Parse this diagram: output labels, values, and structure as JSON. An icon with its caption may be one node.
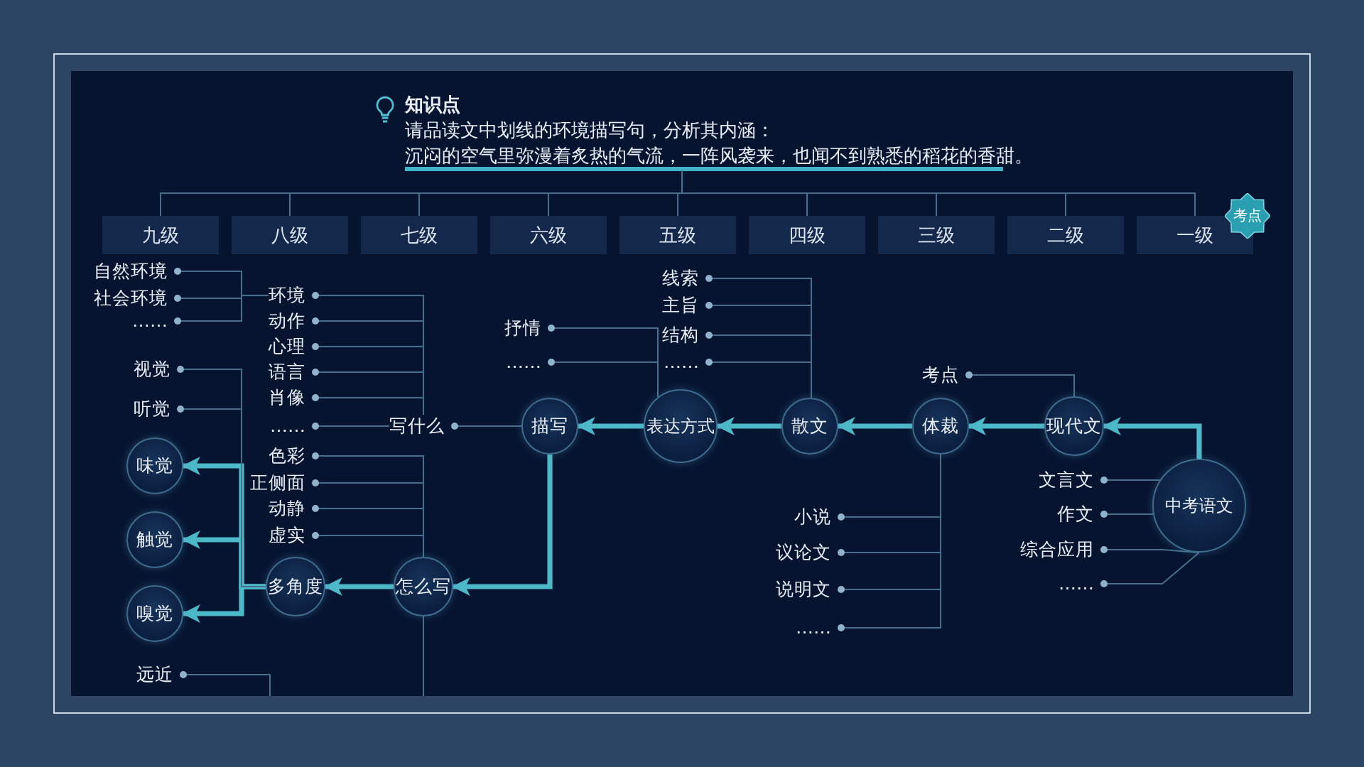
{
  "diagram": {
    "nodes": [
      {
        "text": [
          "知识点",
          "请品读文中划线的环境描写句，分析其内涵：",
          "沉闷的空气里弥漫着炙热的气流，一阵风袭来，也闻不到熟悉的稻花的香甜。"
        ]
      },
      {
        "text": [
          "九级"
        ]
      },
      {
        "text": [
          "八级"
        ]
      },
      {
        "text": [
          "七级"
        ]
      },
      {
        "text": [
          "六级"
        ]
      },
      {
        "text": [
          "五级"
        ]
      },
      {
        "text": [
          "四级"
        ]
      },
      {
        "text": [
          "三级"
        ]
      },
      {
        "text": [
          "二级"
        ]
      },
      {
        "text": [
          "一级"
        ]
      },
      {
        "text": [
          "考点"
        ]
      },
      {
        "text": [
          "中考语文"
        ]
      },
      {
        "text": [
          "现代文"
        ]
      },
      {
        "text": [
          "体裁"
        ]
      },
      {
        "text": [
          "散文"
        ]
      },
      {
        "text": [
          "表达方式"
        ]
      },
      {
        "text": [
          "描写"
        ]
      },
      {
        "text": [
          "写什么"
        ]
      },
      {
        "text": [
          "怎么写"
        ]
      },
      {
        "text": [
          "多角度"
        ]
      },
      {
        "text": [
          "味觉"
        ]
      },
      {
        "text": [
          "触觉"
        ]
      },
      {
        "text": [
          "嗅觉"
        ]
      },
      {
        "text": [
          "考点"
        ]
      },
      {
        "text": [
          "文言文"
        ]
      },
      {
        "text": [
          "作文"
        ]
      },
      {
        "text": [
          "综合应用"
        ]
      },
      {
        "text": [
          "……"
        ]
      },
      {
        "text": [
          "小说"
        ]
      },
      {
        "text": [
          "议论文"
        ]
      },
      {
        "text": [
          "说明文"
        ]
      },
      {
        "text": [
          "……"
        ]
      },
      {
        "text": [
          "线索"
        ]
      },
      {
        "text": [
          "主旨"
        ]
      },
      {
        "text": [
          "结构"
        ]
      },
      {
        "text": [
          "……"
        ]
      },
      {
        "text": [
          "抒情"
        ]
      },
      {
        "text": [
          "……"
        ]
      },
      {
        "text": [
          "环境"
        ]
      },
      {
        "text": [
          "动作"
        ]
      },
      {
        "text": [
          "心理"
        ]
      },
      {
        "text": [
          "语言"
        ]
      },
      {
        "text": [
          "肖像"
        ]
      },
      {
        "text": [
          "……"
        ]
      },
      {
        "text": [
          "色彩"
        ]
      },
      {
        "text": [
          "正侧面"
        ]
      },
      {
        "text": [
          "动静"
        ]
      },
      {
        "text": [
          "虚实"
        ]
      },
      {
        "text": [
          "自然环境"
        ]
      },
      {
        "text": [
          "社会环境"
        ]
      },
      {
        "text": [
          "……"
        ]
      },
      {
        "text": [
          "视觉"
        ]
      },
      {
        "text": [
          "听觉"
        ]
      },
      {
        "text": [
          "远近"
        ]
      }
    ],
    "edges": [
      {
        "from": 0,
        "to": 1,
        "arrow": "none"
      },
      {
        "from": 0,
        "to": 2,
        "arrow": "none"
      },
      {
        "from": 0,
        "to": 3,
        "arrow": "none"
      },
      {
        "from": 0,
        "to": 4,
        "arrow": "none"
      },
      {
        "from": 0,
        "to": 5,
        "arrow": "none"
      },
      {
        "from": 0,
        "to": 6,
        "arrow": "none"
      },
      {
        "from": 0,
        "to": 7,
        "arrow": "none"
      },
      {
        "from": 0,
        "to": 8,
        "arrow": "none"
      },
      {
        "from": 0,
        "to": 9,
        "arrow": "none"
      },
      {
        "from": 11,
        "to": 12,
        "arrow": "to",
        "style": "thick",
        "color": "#4db8c8"
      },
      {
        "from": 12,
        "to": 13,
        "arrow": "to",
        "style": "thick",
        "color": "#4db8c8"
      },
      {
        "from": 13,
        "to": 14,
        "arrow": "to",
        "style": "thick",
        "color": "#4db8c8"
      },
      {
        "from": 14,
        "to": 15,
        "arrow": "to",
        "style": "thick",
        "color": "#4db8c8"
      },
      {
        "from": 15,
        "to": 16,
        "arrow": "to",
        "style": "thick",
        "color": "#4db8c8"
      },
      {
        "from": 16,
        "to": 18,
        "arrow": "to",
        "style": "thick",
        "color": "#4db8c8"
      },
      {
        "from": 18,
        "to": 19,
        "arrow": "to",
        "style": "thick",
        "color": "#4db8c8"
      },
      {
        "from": 19,
        "to": 20,
        "arrow": "to",
        "style": "thick",
        "color": "#4db8c8"
      },
      {
        "from": 19,
        "to": 21,
        "arrow": "to",
        "style": "thick",
        "color": "#4db8c8"
      },
      {
        "from": 19,
        "to": 22,
        "arrow": "to",
        "style": "thick",
        "color": "#4db8c8"
      },
      {
        "from": 12,
        "to": 23,
        "arrow": "other"
      },
      {
        "from": 11,
        "to": 24,
        "arrow": "other"
      },
      {
        "from": 11,
        "to": 25,
        "arrow": "other"
      },
      {
        "from": 11,
        "to": 26,
        "arrow": "other"
      },
      {
        "from": 11,
        "to": 27,
        "arrow": "other"
      },
      {
        "from": 13,
        "to": 28,
        "arrow": "other"
      },
      {
        "from": 13,
        "to": 29,
        "arrow": "other"
      },
      {
        "from": 13,
        "to": 30,
        "arrow": "other"
      },
      {
        "from": 13,
        "to": 31,
        "arrow": "other"
      },
      {
        "from": 14,
        "to": 32,
        "arrow": "other"
      },
      {
        "from": 14,
        "to": 33,
        "arrow": "other"
      },
      {
        "from": 14,
        "to": 34,
        "arrow": "other"
      },
      {
        "from": 14,
        "to": 35,
        "arrow": "other"
      },
      {
        "from": 15,
        "to": 36,
        "arrow": "other"
      },
      {
        "from": 15,
        "to": 37,
        "arrow": "other"
      },
      {
        "from": 16,
        "to": 17,
        "arrow": "other"
      },
      {
        "from": 17,
        "to": 38,
        "arrow": "other"
      },
      {
        "from": 17,
        "to": 39,
        "arrow": "other"
      },
      {
        "from": 17,
        "to": 40,
        "arrow": "other"
      },
      {
        "from": 17,
        "to": 41,
        "arrow": "other"
      },
      {
        "from": 17,
        "to": 42,
        "arrow": "other"
      },
      {
        "from": 17,
        "to": 43,
        "arrow": "other"
      },
      {
        "from": 18,
        "to": 44,
        "arrow": "other"
      },
      {
        "from": 18,
        "to": 45,
        "arrow": "other"
      },
      {
        "from": 18,
        "to": 46,
        "arrow": "other"
      },
      {
        "from": 18,
        "to": 47,
        "arrow": "other"
      },
      {
        "from": 38,
        "to": 48,
        "arrow": "other"
      },
      {
        "from": 38,
        "to": 49,
        "arrow": "other"
      },
      {
        "from": 38,
        "to": 50,
        "arrow": "other"
      },
      {
        "from": 19,
        "to": 51,
        "arrow": "other"
      },
      {
        "from": 19,
        "to": 52,
        "arrow": "other"
      },
      {
        "from": 18,
        "to": null,
        "arrow": "none"
      },
      {
        "from": null,
        "to": 53,
        "arrow": "other"
      }
    ]
  }
}
